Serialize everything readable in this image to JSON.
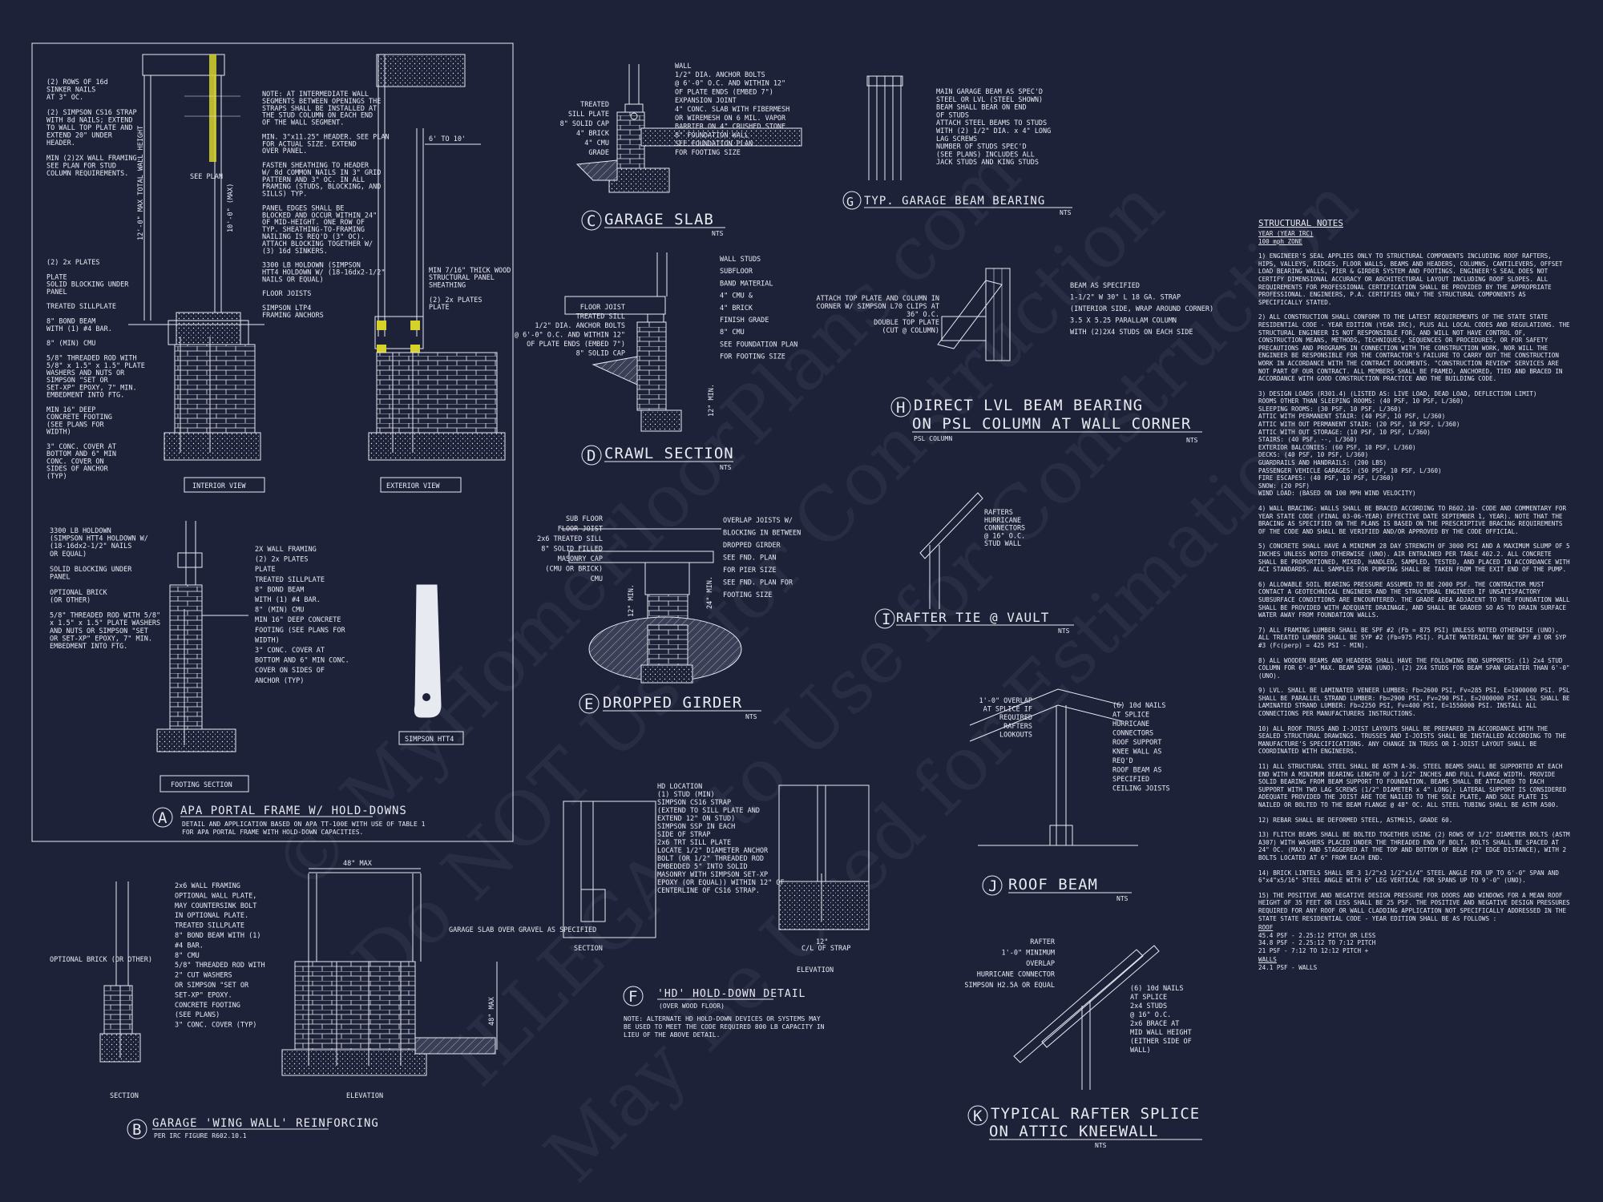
{
  "watermark": {
    "line1": "© MyHomeFloorPlans.com",
    "line2": "Do NOT Use for Construction",
    "line3": "ILLEGAL to Use for Construction",
    "line4": "May Be Used for Estimation"
  },
  "detail_a": {
    "bubble": "A",
    "title": "APA PORTAL FRAME W/ HOLD-DOWNS",
    "sub1": "DETAIL AND APPLICATION BASED ON APA TT-100E WITH USE OF TABLE 1",
    "sub2": "FOR APA PORTAL FRAME WITH HOLD-DOWN CAPACITIES.",
    "interior_view": "INTERIOR VIEW",
    "exterior_view": "EXTERIOR VIEW",
    "footing_section": "FOOTING SECTION",
    "simpson_htt4": "SIMPSON HTT4",
    "dim_6to10": "6' TO 10'",
    "dim_see_plan": "SEE PLAN",
    "dim_wall_height": "12'-0\" MAX TOTAL WALL HEIGHT",
    "dim_10max": "10'-0\" (MAX)",
    "notes_left": [
      "(2) ROWS OF 16d",
      "SINKER NAILS",
      "AT 3\" OC.",
      "",
      "(2) SIMPSON CS16 STRAP",
      "WITH 8d NAILS; EXTEND",
      "TO WALL TOP PLATE AND",
      "EXTEND 20\" UNDER",
      "HEADER.",
      "",
      "MIN (2)2X WALL FRAMING.",
      "SEE PLAN FOR STUD",
      "COLUMN REQUIREMENTS."
    ],
    "notes_left2": [
      "(2) 2x PLATES",
      "",
      "PLATE",
      "SOLID BLOCKING UNDER",
      "PANEL",
      "",
      "TREATED SILLPLATE",
      "",
      "8\" BOND BEAM",
      "WITH (1) #4 BAR.",
      "",
      "8\" (MIN) CMU",
      "",
      "5/8\" THREADED ROD WITH",
      "5/8\" x 1.5\" x 1.5\" PLATE",
      "WASHERS AND NUTS OR",
      "SIMPSON \"SET OR",
      "SET-XP\" EPOXY, 7\" MIN.",
      "EMBEDMENT INTO FTG.",
      "",
      "MIN 16\" DEEP",
      "CONCRETE FOOTING",
      "(SEE PLANS FOR",
      "WIDTH)",
      "",
      "3\" CONC. COVER AT",
      "BOTTOM AND 6\" MIN",
      "CONC. COVER ON",
      "SIDES OF ANCHOR",
      "(TYP)"
    ],
    "notes_mid": [
      "NOTE: AT INTERMEDIATE WALL",
      "SEGMENTS BETWEEN OPENINGS THE",
      "STRAPS SHALL BE INSTALLED AT",
      "THE STUD COLUMN ON EACH END",
      "OF THE WALL SEGMENT.",
      "",
      "MIN. 3\"x11.25\" HEADER. SEE PLAN",
      "FOR ACTUAL SIZE. EXTEND",
      "OVER PANEL.",
      "",
      "FASTEN SHEATHING TO HEADER",
      "W/ 8d COMMON NAILS IN 3\" GRID",
      "PATTERN AND 3\" OC. IN ALL",
      "FRAMING (STUDS, BLOCKING, AND",
      "SILLS) TYP.",
      "",
      "PANEL EDGES SHALL BE",
      "BLOCKED AND OCCUR WITHIN 24\"",
      "OF MID-HEIGHT. ONE ROW OF",
      "TYP. SHEATHING-TO-FRAMING",
      "NAILING IS REQ'D (3\" OC).",
      "ATTACH BLOCKING TOGETHER W/",
      "(3) 16d SINKERS.",
      "",
      "3300 LB HOLDOWN (SIMPSON",
      "HTT4 HOLDOWN W/ (18-16dx2-1/2\"",
      "NAILS OR EQUAL)",
      "",
      "FLOOR JOISTS",
      "",
      "SIMPSON LTP4",
      "FRAMING ANCHORS"
    ],
    "notes_right": [
      "MIN 7/16\" THICK WOOD",
      "STRUCTURAL PANEL",
      "SHEATHING",
      "",
      "(2) 2x PLATES",
      "PLATE"
    ],
    "notes_bottom": [
      "3300 LB HOLDOWN",
      "(SIMPSON HTT4 HOLDOWN W/",
      "(18-16dx2-1/2\" NAILS",
      "OR EQUAL)",
      "",
      "SOLID BLOCKING UNDER",
      "PANEL",
      "",
      "OPTIONAL BRICK",
      "(OR OTHER)",
      "",
      "5/8\" THREADED ROD WITH 5/8\"",
      "x 1.5\" x 1.5\" PLATE WASHERS",
      "AND NUTS OR SIMPSON \"SET",
      "OR SET-XP\" EPOXY, 7\" MIN.",
      "EMBEDMENT INTO FTG."
    ],
    "notes_bottom_r": [
      "2X WALL FRAMING",
      "(2) 2x PLATES",
      "PLATE",
      "TREATED SILLPLATE",
      "8\" BOND BEAM",
      "WITH (1) #4 BAR.",
      "8\" (MIN) CMU",
      "MIN 16\" DEEP CONCRETE",
      "FOOTING (SEE PLANS FOR",
      "WIDTH)",
      "3\" CONC. COVER AT",
      "BOTTOM AND 6\" MIN CONC.",
      "COVER ON SIDES OF",
      "ANCHOR (TYP)"
    ]
  },
  "detail_b": {
    "bubble": "B",
    "title": "GARAGE 'WING WALL' REINFORCING",
    "sub": "PER IRC FIGURE R602.10.1",
    "section": "SECTION",
    "elevation": "ELEVATION",
    "dim_48max": "48\" MAX",
    "notes": [
      "2x6 WALL FRAMING",
      "OPTIONAL WALL PLATE,",
      "MAY COUNTERSINK BOLT",
      "IN OPTIONAL PLATE.",
      "TREATED SILLPLATE",
      "8\" BOND BEAM WITH (1)",
      "#4 BAR.",
      "8\" CMU",
      "5/8\" THREADED ROD WITH",
      "2\" CUT WASHERS",
      "OR SIMPSON \"SET OR",
      "SET-XP\" EPOXY.",
      "CONCRETE FOOTING",
      "(SEE PLANS)",
      "3\" CONC. COVER (TYP)"
    ],
    "optional_brick": "OPTIONAL BRICK (OR OTHER)",
    "garage_slab": "GARAGE SLAB OVER GRAVEL AS SPECIFIED",
    "dim_48_vert": "48\" MAX"
  },
  "detail_c": {
    "bubble": "C",
    "title": "GARAGE SLAB",
    "nts": "NTS",
    "left": [
      "TREATED",
      "SILL PLATE",
      "8\" SOLID CAP",
      "4\" BRICK",
      "4\" CMU",
      "GRADE"
    ],
    "right": [
      "WALL",
      "1/2\" DIA. ANCHOR BOLTS",
      "@ 6'-0\" O.C. AND WITHIN 12\"",
      "OF PLATE ENDS (EMBED 7\")",
      "EXPANSION JOINT",
      "4\" CONC. SLAB WITH FIBERMESH",
      "OR WIREMESH ON 6 MIL. VAPOR",
      "BARRIER ON 4\" CRUSHED STONE",
      "8\" FOUNDATION WALL",
      "SEE FOUNDATION PLAN",
      "FOR FOOTING SIZE"
    ]
  },
  "detail_d": {
    "bubble": "D",
    "title": "CRAWL SECTION",
    "nts": "NTS",
    "left": [
      "FLOOR JOIST",
      "TREATED SILL",
      "1/2\" DIA. ANCHOR BOLTS",
      "@ 6'-0\" O.C. AND WITHIN 12\"",
      "OF PLATE ENDS (EMBED 7\")",
      "8\" SOLID CAP"
    ],
    "right": [
      "WALL STUDS",
      "SUBFLOOR",
      "BAND MATERIAL",
      "4\" CMU &",
      "4\" BRICK",
      "FINISH GRADE",
      "8\" CMU",
      "SEE FOUNDATION PLAN",
      "FOR FOOTING SIZE"
    ],
    "dim": "12\" MIN."
  },
  "detail_e": {
    "bubble": "E",
    "title": "DROPPED GIRDER",
    "nts": "NTS",
    "left": [
      "SUB FLOOR",
      "FLOOR JOIST",
      "2x6 TREATED SILL",
      "8\" SOLID FILLED",
      "MASONRY CAP",
      "(CMU OR BRICK)",
      "CMU"
    ],
    "right": [
      "OVERLAP JOISTS W/",
      "BLOCKING IN BETWEEN",
      "DROPPED GIRDER",
      "SEE FND. PLAN",
      "FOR PIER SIZE",
      "SEE FND. PLAN FOR",
      "FOOTING SIZE"
    ],
    "dim1": "24\" MIN.",
    "dim2": "12\" MIN."
  },
  "detail_f": {
    "bubble": "F",
    "title": "'HD' HOLD-DOWN DETAIL",
    "sub": "(OVER WOOD FLOOR)",
    "section": "SECTION",
    "elevation": "ELEVATION",
    "labels": [
      "HD LOCATION",
      "(1) STUD (MIN)",
      "SIMPSON CS16 STRAP",
      "(EXTEND TO SILL PLATE AND",
      "EXTEND 12\" ON STUD)",
      "SIMPSON SSP IN EACH",
      "SIDE OF STRAP",
      "2x6 TRT SILL PLATE",
      "LOCATE 1/2\" DIAMETER ANCHOR",
      "BOLT (OR 1/2\" THREADED ROD",
      "EMBEDDED 5\" INTO SOLID",
      "MASONRY WITH SIMPSON SET-XP",
      "EPOXY (OR EQUAL)) WITHIN 12\" OF",
      "CENTERLINE OF CS16 STRAP."
    ],
    "note1": "NOTE: ALTERNATE HD HOLD-DOWN DEVICES OR SYSTEMS MAY",
    "note2": "BE USED TO MEET THE CODE REQUIRED 800 LB CAPACITY IN",
    "note3": "LIEU OF THE ABOVE DETAIL.",
    "dim": "12\"",
    "dim_sub": "C/L OF STRAP"
  },
  "detail_g": {
    "bubble": "G",
    "title": "TYP. GARAGE BEAM BEARING",
    "nts": "NTS",
    "labels": [
      "MAIN GARAGE BEAM AS SPEC'D",
      "STEEL OR LVL (STEEL SHOWN)",
      "BEAM SHALL BEAR ON END",
      "OF STUDS",
      "ATTACH STEEL BEAMS TO STUDS",
      "WITH (2) 1/2\" DIA. x 4\" LONG",
      "LAG SCREWS",
      "NUMBER OF STUDS SPEC'D",
      "(SEE PLANS) INCLUDES ALL",
      "JACK STUDS AND KING STUDS"
    ]
  },
  "detail_h": {
    "bubble": "H",
    "title1": "DIRECT LVL BEAM BEARING",
    "title2": "ON PSL COLUMN AT WALL CORNER",
    "sub": "PSL COLUMN",
    "nts": "NTS",
    "left": [
      "ATTACH TOP PLATE AND COLUMN IN",
      "CORNER W/ SIMPSON L70 CLIPS AT",
      "36\" O.C.",
      "DOUBLE TOP PLATE",
      "(CUT @ COLUMN)"
    ],
    "right": [
      "BEAM AS SPECIFIED",
      "1-1/2\" W 30\" L 18 GA. STRAP",
      "(INTERIOR SIDE, WRAP AROUND CORNER)",
      "3.5 X 5.25 PARALLAM COLUMN",
      "WITH (2)2X4 STUDS ON EACH SIDE"
    ]
  },
  "detail_i": {
    "bubble": "I",
    "title": "RAFTER TIE @ VAULT",
    "nts": "NTS",
    "labels": [
      "RAFTERS",
      "HURRICANE",
      "CONNECTORS",
      "@ 16\" O.C.",
      "STUD WALL"
    ]
  },
  "detail_j": {
    "bubble": "J",
    "title": "ROOF BEAM",
    "nts": "NTS",
    "left": [
      "1'-0\" OVERLAP",
      "AT SPLICE IF",
      "REQUIRED",
      "RAFTERS",
      "LOOKOUTS"
    ],
    "right": [
      "(6) 10d NAILS",
      "AT SPLICE",
      "HURRICANE",
      "CONNECTORS",
      "ROOF SUPPORT",
      "KNEE WALL AS",
      "REQ'D",
      "ROOF BEAM AS",
      "SPECIFIED",
      "CEILING JOISTS"
    ]
  },
  "detail_k": {
    "bubble": "K",
    "title1": "TYPICAL RAFTER SPLICE",
    "title2": "ON ATTIC KNEEWALL",
    "nts": "NTS",
    "left": [
      "RAFTER",
      "1'-0\" MINIMUM",
      "OVERLAP",
      "HURRICANE CONNECTOR",
      "SIMPSON H2.5A OR EQUAL"
    ],
    "right": [
      "(6) 10d NAILS",
      "AT SPLICE",
      "2x4 STUDS",
      "@ 16\" O.C.",
      "2x6 BRACE AT",
      "MID WALL HEIGHT",
      "(EITHER SIDE OF",
      "WALL)"
    ]
  },
  "structural_notes": {
    "title": "STRUCTURAL NOTES",
    "year_line": "YEAR (YEAR IRC)",
    "zone_line": "100 mph ZONE",
    "paragraphs": [
      "1) ENGINEER'S SEAL APPLIES ONLY TO STRUCTURAL COMPONENTS INCLUDING ROOF RAFTERS, HIPS, VALLEYS, RIDGES, FLOOR WALLS, BEAMS AND HEADERS, COLUMNS, CANTILEVERS, OFFSET LOAD BEARING WALLS, PIER & GIRDER SYSTEM AND FOOTINGS. ENGINEER'S SEAL DOES NOT CERTIFY DIMENSIONAL ACCURACY OR ARCHITECTURAL LAYOUT INCLUDING ROOF SLOPES. ALL REQUIREMENTS FOR PROFESSIONAL CERTIFICATION SHALL BE PROVIDED BY THE APPROPRIATE PROFESSIONAL. ENGINEERS, P.A. CERTIFIES ONLY THE STRUCTURAL COMPONENTS AS SPECIFICALLY STATED.",
      "2) ALL CONSTRUCTION SHALL CONFORM TO THE LATEST REQUIREMENTS OF THE STATE STATE RESIDENTIAL CODE - YEAR EDITION (YEAR IRC), PLUS ALL LOCAL CODES AND REGULATIONS. THE STRUCTURAL ENGINEER IS NOT RESPONSIBLE FOR, AND WILL NOT HAVE CONTROL OF, CONSTRUCTION MEANS, METHODS, TECHNIQUES, SEQUENCES OR PROCEDURES, OR FOR SAFETY PRECAUTIONS AND PROGRAMS IN CONNECTION WITH THE CONSTRUCTION WORK, NOR WILL THE ENGINEER BE RESPONSIBLE FOR THE CONTRACTOR'S FAILURE TO CARRY OUT THE CONSTRUCTION WORK IN ACCORDANCE WITH THE CONTRACT DOCUMENTS. \"CONSTRUCTION REVIEW\" SERVICES ARE NOT PART OF OUR CONTRACT. ALL MEMBERS SHALL BE FRAMED, ANCHORED, TIED AND BRACED IN ACCORDANCE WITH GOOD CONSTRUCTION PRACTICE AND THE BUILDING CODE.",
      "3) DESIGN LOADS (R301.4) (LISTED AS: LIVE LOAD, DEAD LOAD, DEFLECTION LIMIT)\nROOMS OTHER THAN SLEEPING ROOMS: (40 PSF, 10 PSF, L/360)\nSLEEPING ROOMS: (30 PSF, 10 PSF, L/360)\nATTIC WITH PERMANENT STAIR: (40 PSF, 10 PSF, L/360)\nATTIC WITH OUT PERMANENT STAIR: (20 PSF, 10 PSF, L/360)\nATTIC WITH OUT STORAGE: (10 PSF, 10 PSF, L/360)\nSTAIRS: (40 PSF, --, L/360)\nEXTERIOR BALCONIES: (60 PSF, 10 PSF, L/360)\nDECKS: (40 PSF, 10 PSF, L/360)\nGUARDRAILS AND HANDRAILS: (200 LBS)\nPASSENGER VEHICLE GARAGES: (50 PSF, 10 PSF, L/360)\nFIRE ESCAPES: (40 PSF, 10 PSF, L/360)\nSNOW: (20 PSF)\nWIND LOAD: (BASED ON 100 MPH WIND VELOCITY)",
      "4) WALL BRACING: WALLS SHALL BE BRACED ACCORDING TO R602.10- CODE AND COMMENTARY FOR YEAR STATE CODE (FINAL 03-06-YEAR) EFFECTIVE DATE SEPTEMBER 1, YEAR). NOTE THAT THE BRACING AS SPECIFIED ON THE PLANS IS BASED ON THE PRESCRIPTIVE BRACING REQUIREMENTS OF THE CODE AND SHALL BE VERIFIED AND/OR APPROVED BY THE CODE OFFICIAL.",
      "5) CONCRETE SHALL HAVE A MINIMUM 28 DAY STRENGTH OF 3000 PSI AND A MAXIMUM SLUMP OF 5 INCHES UNLESS NOTED OTHERWISE (UNO). AIR ENTRAINED PER TABLE 402.2. ALL CONCRETE SHALL BE PROPORTIONED, MIXED, HANDLED, SAMPLED, TESTED, AND PLACED IN ACCORDANCE WITH ACI STANDARDS. ALL SAMPLES FOR PUMPING SHALL BE TAKEN FROM THE EXIT END OF THE PUMP.",
      "6) ALLOWABLE SOIL BEARING PRESSURE ASSUMED TO BE 2000 PSF. THE CONTRACTOR MUST CONTACT A GEOTECHNICAL ENGINEER AND THE STRUCTURAL ENGINEER IF UNSATISFACTORY SUBSURFACE CONDITIONS ARE ENCOUNTERED. THE GRADE AREA ADJACENT TO THE FOUNDATION WALL SHALL BE PROVIDED WITH ADEQUATE DRAINAGE, AND SHALL BE GRADED SO AS TO DRAIN SURFACE WATER AWAY FROM FOUNDATION WALLS.",
      "7) ALL FRAMING LUMBER SHALL BE SPF #2 (Fb = 875 PSI) UNLESS NOTED OTHERWISE (UNO). ALL TREATED LUMBER SHALL BE SYP #2 (Fb=975 PSI). PLATE MATERIAL MAY BE SPF #3 OR SYP #3 (Fc(perp) = 425 PSI - MIN).",
      "8) ALL WOODEN BEAMS AND HEADERS SHALL HAVE THE FOLLOWING END SUPPORTS: (1) 2x4 STUD COLUMN FOR 6'-0\" MAX. BEAM SPAN (UNO). (2) 2X4 STUDS FOR BEAM SPAN GREATER THAN 6'-0\" (UNO).",
      "9) LVL. SHALL BE LAMINATED VENEER LUMBER: Fb=2600 PSI, Fv=285 PSI, E=1900000 PSI. PSL SHALL BE PARALLEL STRAND LUMBER: Fb=2900 PSI, Fv=290 PSI, E=2000000 PSI. LSL SHALL BE LAMINATED STRAND LUMBER: Fb=2250 PSI, Fv=400 PSI, E=1550000 PSI. INSTALL ALL CONNECTIONS PER MANUFACTURERS INSTRUCTIONS.",
      "10) ALL ROOF TRUSS AND I-JOIST LAYOUTS SHALL BE PREPARED IN ACCORDANCE WITH THE SEALED STRUCTURAL DRAWINGS. TRUSSES AND I-JOISTS SHALL BE INSTALLED ACCORDING TO THE MANUFACTURE'S SPECIFICATIONS. ANY CHANGE IN TRUSS OR I-JOIST LAYOUT SHALL BE COORDINATED WITH ENGINEERS.",
      "11) ALL STRUCTURAL STEEL SHALL BE ASTM A-36. STEEL BEAMS SHALL BE SUPPORTED AT EACH END WITH A MINIMUM BEARING LENGTH OF 3 1/2\" INCHES AND FULL FLANGE WIDTH. PROVIDE SOLID BEARING FROM BEAM SUPPORT TO FOUNDATION. BEAMS SHALL BE ATTACHED TO EACH SUPPORT WITH TWO LAG SCREWS (1/2\" DIAMETER x 4\" LONG). LATERAL SUPPORT IS CONSIDERED ADEQUATE PROVIDED THE JOIST ARE TOE NAILED TO THE SOLE PLATE, AND SOLE PLATE IS NAILED OR BOLTED TO THE BEAM FLANGE @ 48\" OC. ALL STEEL TUBING SHALL BE ASTM A500.",
      "12) REBAR SHALL BE DEFORMED STEEL, ASTM615, GRADE 60.",
      "13) FLITCH BEAMS SHALL BE BOLTED TOGETHER USING (2) ROWS OF 1/2\" DIAMETER BOLTS (ASTM A307) WITH WASHERS PLACED UNDER THE THREADED END OF BOLT. BOLTS SHALL BE SPACED AT 24\" OC. (MAX) AND STAGGERED AT THE TOP AND BOTTOM OF BEAM (2\" EDGE DISTANCE), WITH 2 BOLTS LOCATED AT 6\" FROM EACH END.",
      "14) BRICK LINTELS SHALL BE 3 1/2\"x3 1/2\"x1/4\" STEEL ANGLE FOR UP TO 6'-0\" SPAN AND 6\"x4\"x5/16\" STEEL ANGLE WITH 6\" LEG VERTICAL FOR SPANS UP TO 9'-0\" (UNO).",
      "15) THE POSITIVE AND NEGATIVE DESIGN PRESSURE FOR DOORS AND WINDOWS FOR A MEAN ROOF HEIGHT OF 35 FEET OR LESS SHALL BE 25 PSF. THE POSITIVE AND NEGATIVE DESIGN PRESSURES REQUIRED FOR ANY ROOF OR WALL CLADDING APPLICATION NOT SPECIFICALLY ADDRESSED IN THE STATE STATE RESIDENTIAL CODE - YEAR EDITION SHALL BE AS FOLLOWS :"
    ],
    "roof_label": "ROOF",
    "roof_lines": [
      "45.4 PSF - 2.25:12 PITCH OR LESS",
      "34.8 PSF - 2.25:12 TO 7:12 PITCH",
      "21 PSF - 7:12 TO 12:12 PITCH +"
    ],
    "walls_label": "WALLS",
    "walls_lines": [
      "24.1 PSF - WALLS"
    ]
  },
  "colors": {
    "background": "#1d2238",
    "linework": "#e8eaf2",
    "highlight": "#d6d22a"
  }
}
